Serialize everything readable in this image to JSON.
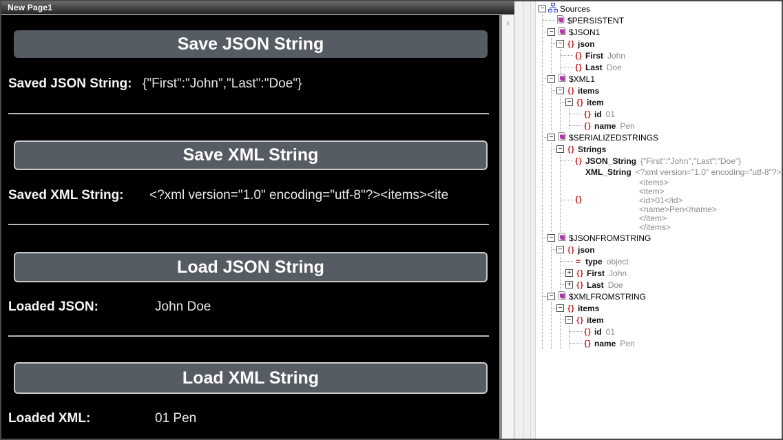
{
  "window": {
    "tab_title": "New Page1"
  },
  "phone": {
    "sections": [
      {
        "button": "Save JSON String",
        "label": "Saved JSON String:",
        "value": "{\"First\":\"John\",\"Last\":\"Doe\"}"
      },
      {
        "button": "Save XML String",
        "label": "Saved XML String:",
        "value": "<?xml version=\"1.0\" encoding=\"utf-8\"?><items><ite"
      },
      {
        "button": "Load JSON String",
        "label": "Loaded JSON:",
        "value": "John Doe"
      },
      {
        "button": "Load XML String",
        "label": "Loaded XML:",
        "value": "01 Pen"
      }
    ],
    "scroll_up_glyph": "∧"
  },
  "tree": {
    "icon": "sources-icon",
    "name": "Sources",
    "expander": "minus",
    "children": [
      {
        "icon": "datasource-icon",
        "name": "$PERSISTENT"
      },
      {
        "icon": "datasource-icon",
        "name": "$JSON1",
        "expander": "minus",
        "children": [
          {
            "icon": "element-icon",
            "name": "json",
            "expander": "minus",
            "children": [
              {
                "icon": "element-icon",
                "name": "First",
                "value": "John"
              },
              {
                "icon": "element-icon",
                "name": "Last",
                "value": "Doe"
              }
            ]
          }
        ]
      },
      {
        "icon": "datasource-icon",
        "name": "$XML1",
        "expander": "minus",
        "children": [
          {
            "icon": "element-icon",
            "name": "items",
            "expander": "minus",
            "children": [
              {
                "icon": "element-icon",
                "name": "item",
                "expander": "minus",
                "children": [
                  {
                    "icon": "element-icon",
                    "name": "id",
                    "value": "01"
                  },
                  {
                    "icon": "element-icon",
                    "name": "name",
                    "value": "Pen"
                  }
                ]
              }
            ]
          }
        ]
      },
      {
        "icon": "datasource-icon",
        "name": "$SERIALIZEDSTRINGS",
        "expander": "minus",
        "children": [
          {
            "icon": "element-icon",
            "name": "Strings",
            "expander": "minus",
            "children": [
              {
                "icon": "element-icon",
                "name": "JSON_String",
                "value": "{\"First\":\"John\",\"Last\":\"Doe\"}"
              },
              {
                "icon": "element-icon",
                "name": "XML_String",
                "value_lines": [
                  "<?xml version=\"1.0\" encoding=\"utf-8\"?>",
                  "<items>",
                  "<item>",
                  "<id>01</id>",
                  "<name>Pen</name>",
                  "</item>",
                  "</items>"
                ]
              }
            ]
          }
        ]
      },
      {
        "icon": "datasource-icon",
        "name": "$JSONFROMSTRING",
        "expander": "minus",
        "children": [
          {
            "icon": "element-icon",
            "name": "json",
            "expander": "minus",
            "children": [
              {
                "icon": "attribute-icon",
                "name": "type",
                "value": "object"
              },
              {
                "icon": "element-icon",
                "name": "First",
                "value": "John",
                "expander": "plus"
              },
              {
                "icon": "element-icon",
                "name": "Last",
                "value": "Doe",
                "expander": "plus"
              }
            ]
          }
        ]
      },
      {
        "icon": "datasource-icon",
        "name": "$XMLFROMSTRING",
        "expander": "minus",
        "children": [
          {
            "icon": "element-icon",
            "name": "items",
            "expander": "minus",
            "children": [
              {
                "icon": "element-icon",
                "name": "item",
                "expander": "minus",
                "children": [
                  {
                    "icon": "element-icon",
                    "name": "id",
                    "value": "01"
                  },
                  {
                    "icon": "element-icon",
                    "name": "name",
                    "value": "Pen"
                  }
                ]
              }
            ]
          }
        ]
      }
    ]
  },
  "colors": {
    "button_bg": "#565c64",
    "button_border": "#c9c9c9",
    "canvas_bg": "#000000",
    "divider": "#b9b9b9",
    "datasource_magenta": "#b238aa",
    "element_red": "#c42020",
    "sources_blue": "#4558c9"
  }
}
